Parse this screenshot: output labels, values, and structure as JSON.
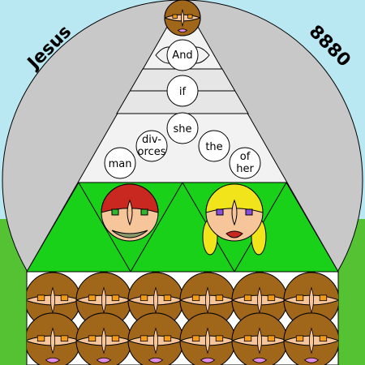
{
  "corner_labels": {
    "left": "Jesus",
    "right": "8880"
  },
  "word_bubbles": [
    {
      "text": "And"
    },
    {
      "text": "if"
    },
    {
      "text": "she"
    },
    {
      "text": "div-"
    },
    {
      "text": "orces"
    },
    {
      "text": "man"
    },
    {
      "text": "the"
    },
    {
      "text": "of"
    },
    {
      "text": "her"
    }
  ],
  "colors": {
    "sky": "#b9e7f2",
    "grass": "#55c233",
    "disc": "#c8c8c8",
    "pyramid_light": "#f2f2f2",
    "pyramid_mid": "#e6e6e6",
    "band_green": "#1ad11a",
    "skin": "#f7c59a",
    "hair_brown": "#a0661a",
    "hair_red": "#c8281f",
    "hair_yellow": "#f2e41a",
    "eye_green": "#2fb52f",
    "eye_purple": "#8a4fe0",
    "mouth_pink": "#e38ae3",
    "eye_orange": "#f39a17"
  },
  "icons": [
    "man-face-icon",
    "woman-face-icon",
    "crowd-face-icon"
  ]
}
